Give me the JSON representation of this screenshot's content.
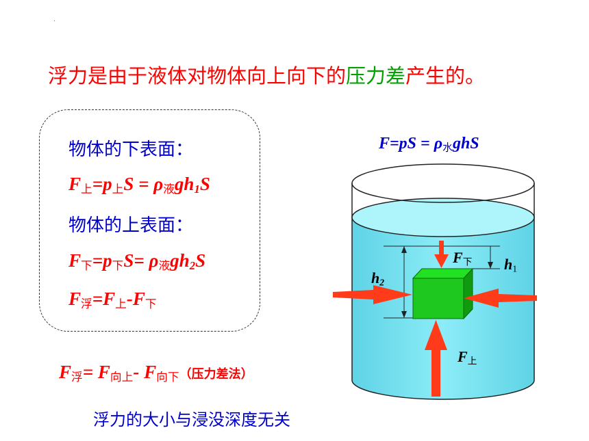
{
  "page_marker": "·",
  "headline": {
    "part1": "浮力是由于液体对物体向上向下的",
    "part2": "压力差",
    "part3": "产生的。"
  },
  "box": {
    "lower_surface_title": "物体的下表面：",
    "upper_surface_title": "物体的上表面：",
    "formula_top_force": {
      "F": "F",
      "F_sub": "上",
      "eq1": "=p",
      "p_sub": "上",
      "mid": "S = ρ",
      "rho_sub": "液",
      "gh": "gh",
      "h_sub": "1",
      "tail": "S"
    },
    "formula_bottom_force": {
      "F": "F",
      "F_sub": "下",
      "eq1": "=p",
      "p_sub": "下",
      "mid": "S= ρ",
      "rho_sub": "液",
      "gh": "gh",
      "h_sub": "2",
      "tail": "S"
    },
    "formula_buoyancy": {
      "F": "F",
      "F_sub": "浮",
      "eq": "=F",
      "sub2": "上",
      "minus": "-F",
      "sub3": "下"
    }
  },
  "formula_fps": {
    "main": "F=pS = ρ",
    "rho_sub": "水",
    "tail": "ghS"
  },
  "formula_buoyancy_main": {
    "F": "F",
    "F_sub": "浮",
    "eq": "= F",
    "up_sub": "向上",
    "minus": "- F",
    "down_sub": "向下",
    "note": "（压力差法）"
  },
  "conclusion": "浮力的大小与浸没深度无关",
  "diagram": {
    "label_f_down": {
      "F": "F",
      "sub": "下"
    },
    "label_h1": {
      "h": "h",
      "sub": "1"
    },
    "label_h2": {
      "h": "h",
      "sub": "2"
    },
    "label_f_up": {
      "F": "F",
      "sub": "上"
    }
  },
  "colors": {
    "formula_red": "#ff0000",
    "title_blue": "#0000cc",
    "highlight_green": "#00a000",
    "water": "#7fe6f2",
    "block": "#1fc81f",
    "arrow": "#ff3b1a"
  }
}
